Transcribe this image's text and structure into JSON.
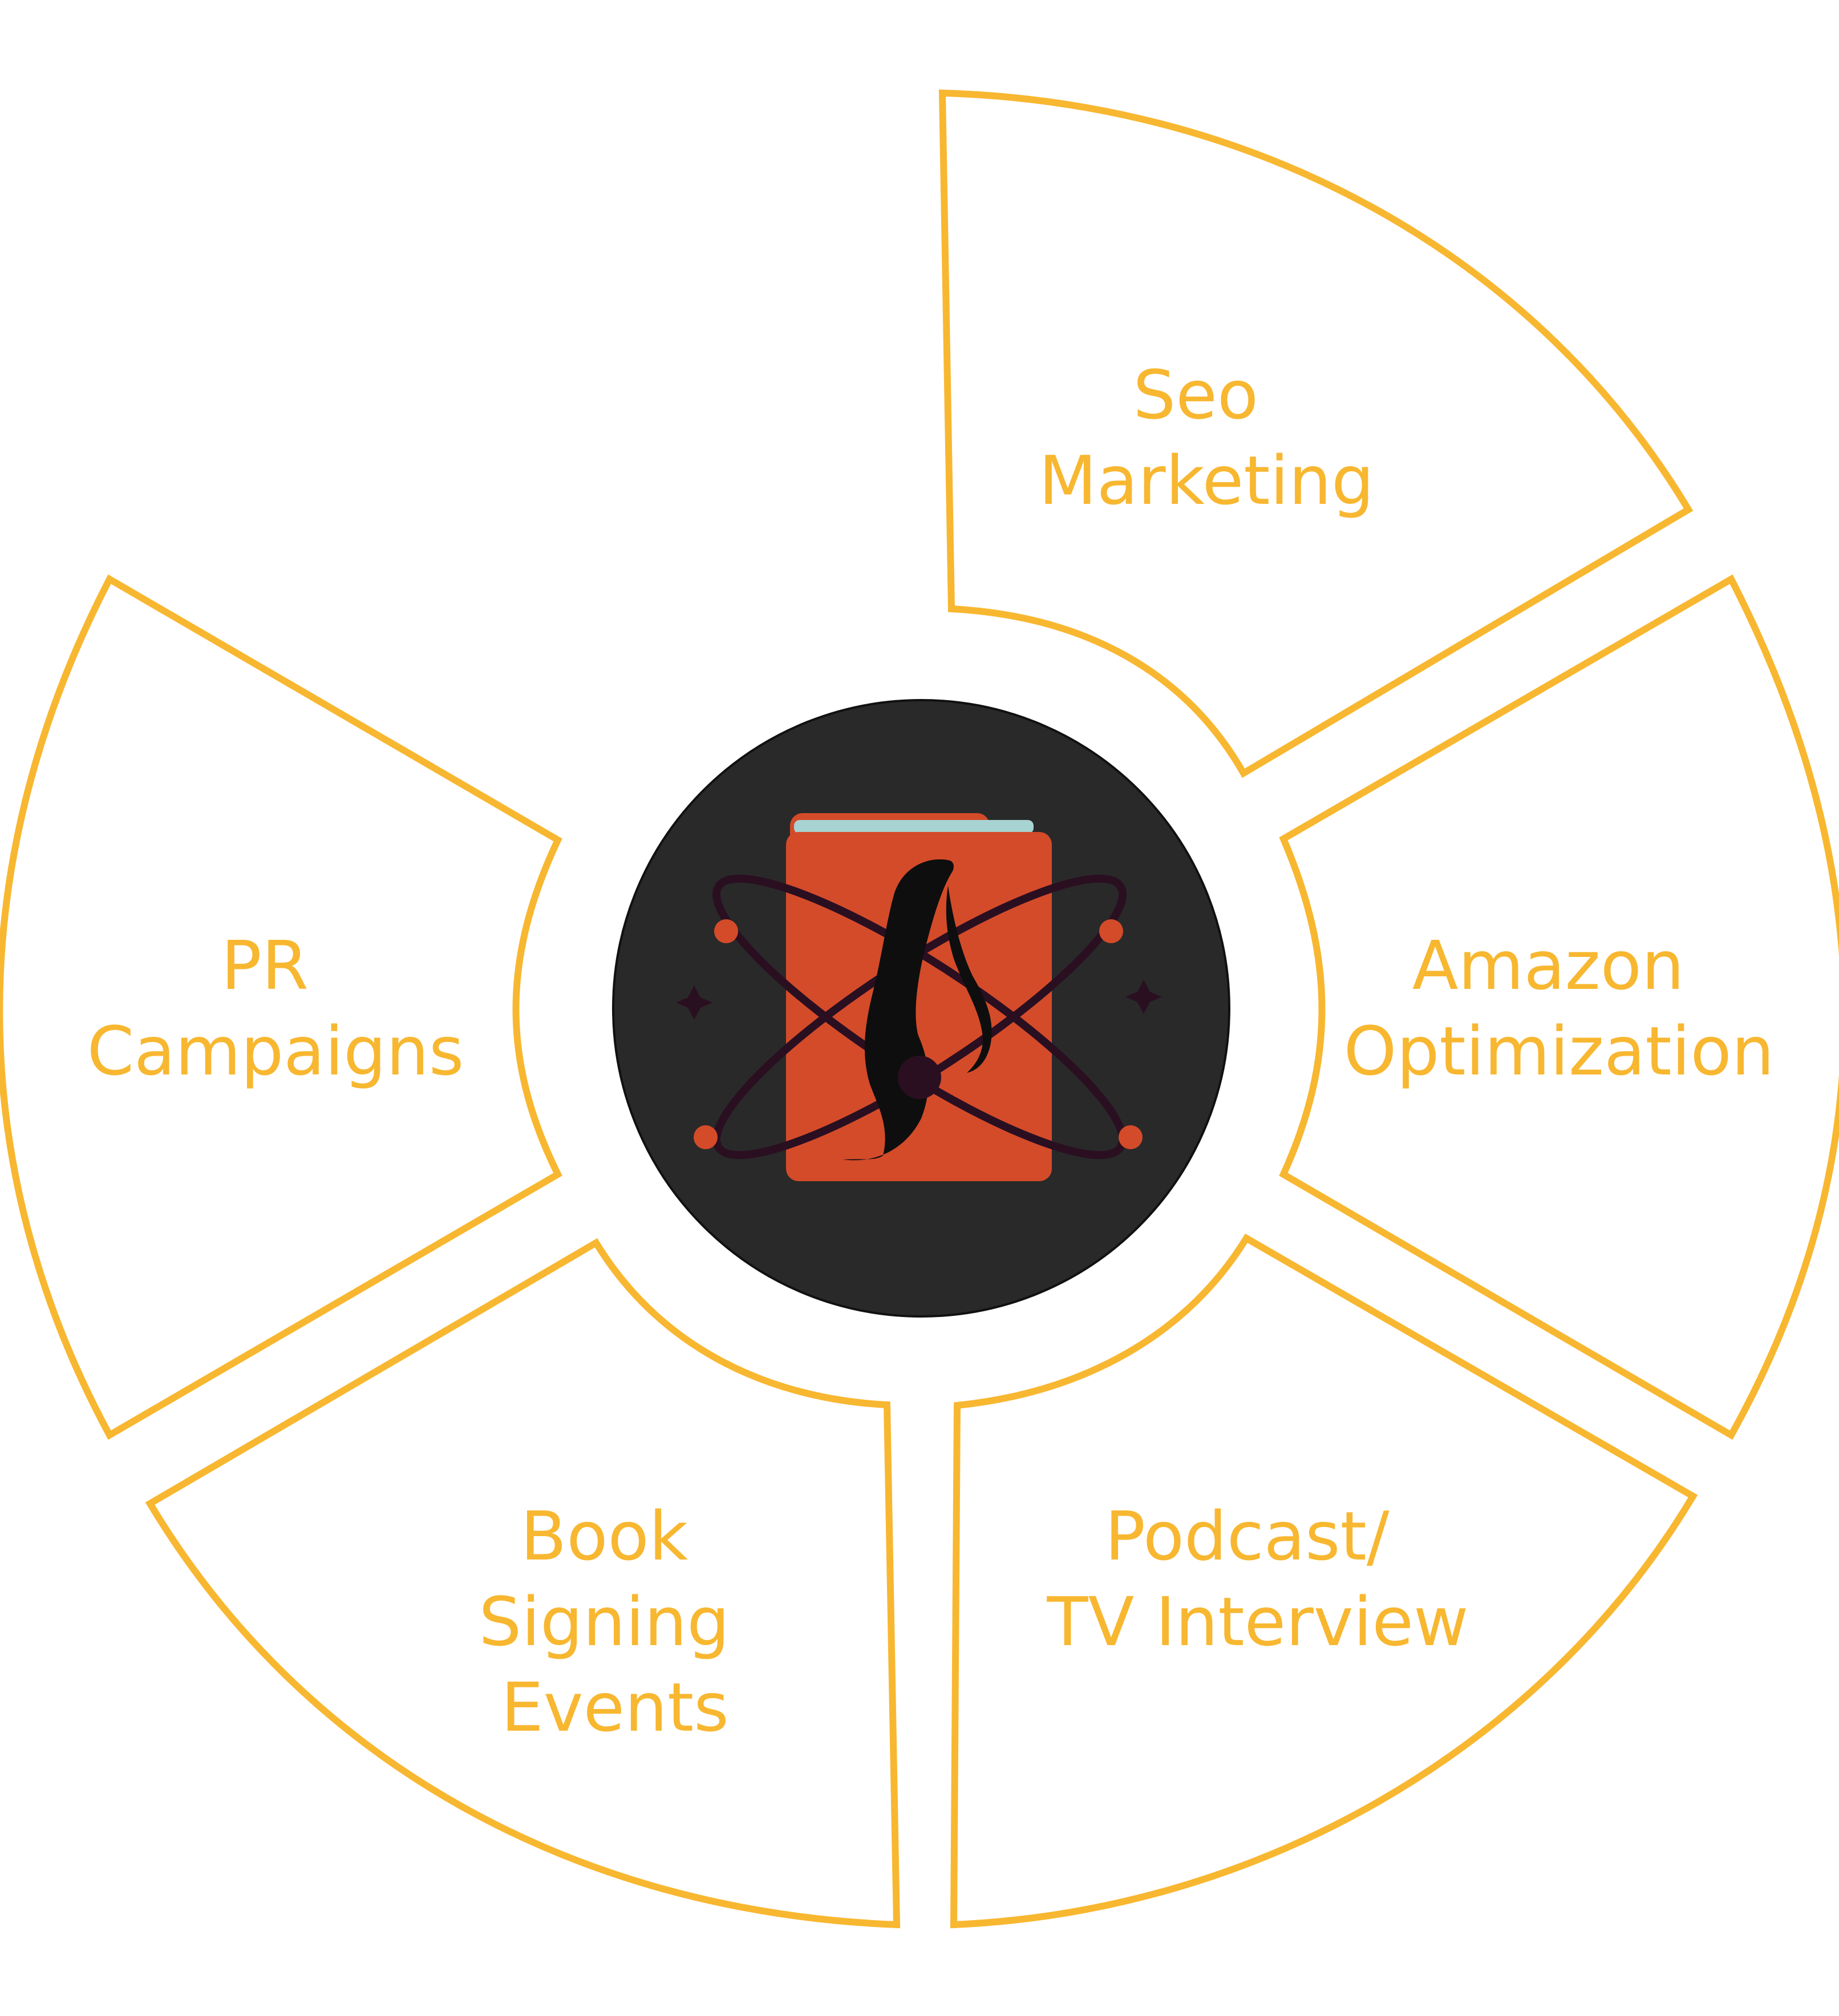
{
  "colors": {
    "accent": "#F8B730",
    "hub_background": "#292929",
    "book_cover": "#D44B2A",
    "book_pages": "#A7D3D2",
    "orbit": "#2A0F21",
    "figure": "#0E0E0E"
  },
  "logo": {
    "icon": "penguin-book-atom-logo"
  },
  "segments": [
    {
      "id": "seo",
      "lines": [
        "Seo",
        "Marketing"
      ]
    },
    {
      "id": "amazon",
      "lines": [
        "Amazon",
        "Optimization"
      ]
    },
    {
      "id": "podcast",
      "lines": [
        "Podcast/",
        "TV Interview"
      ]
    },
    {
      "id": "book-signing",
      "lines": [
        "Book",
        "Signing",
        "Events"
      ]
    },
    {
      "id": "pr",
      "lines": [
        "PR",
        "Campaigns"
      ]
    }
  ]
}
